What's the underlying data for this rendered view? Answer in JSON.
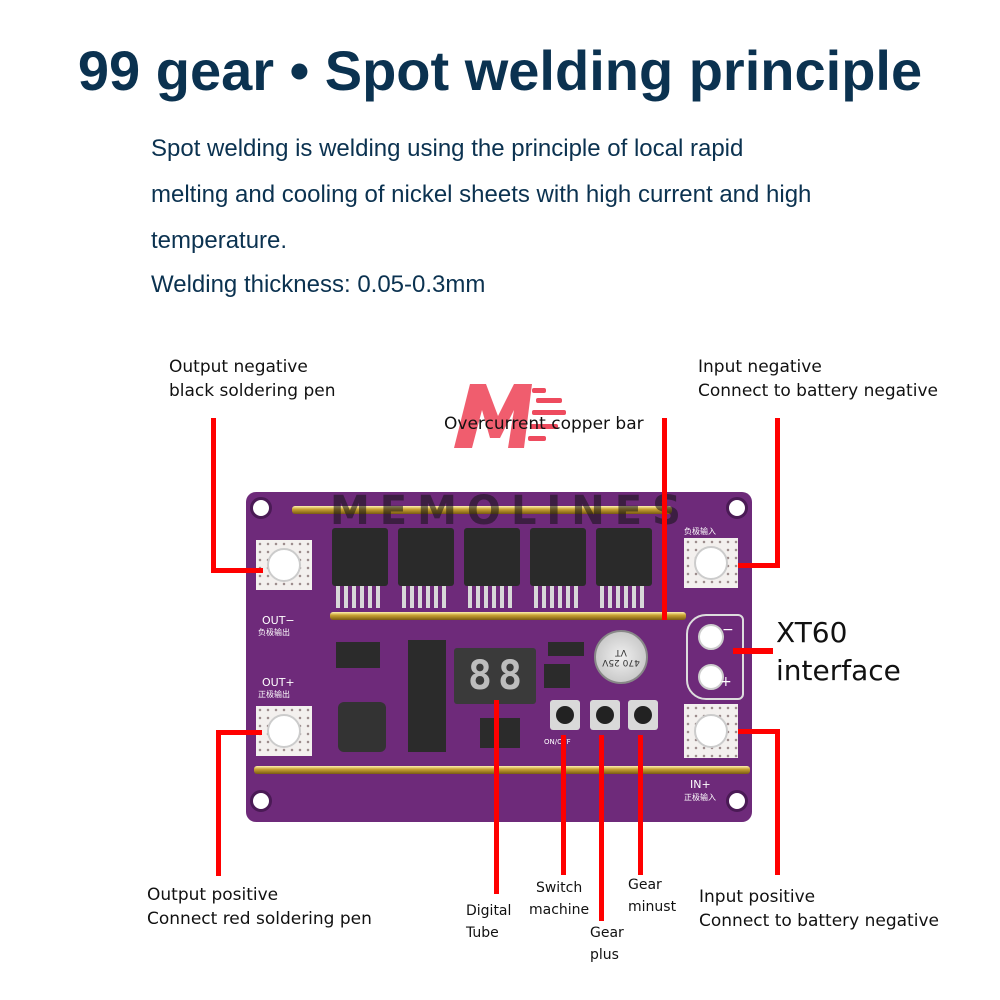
{
  "title": "99 gear • Spot welding principle",
  "description": {
    "lines": [
      "Spot welding is welding using the principle of local rapid",
      "melting and cooling of nickel sheets with high current and high",
      "temperature.",
      "Welding thickness: 0.05-0.3mm"
    ]
  },
  "callouts": {
    "output_negative": {
      "line1": "Output negative",
      "line2": "black soldering pen"
    },
    "overcurrent_bar": {
      "label": "Overcurrent copper bar"
    },
    "input_negative": {
      "line1": "Input negative",
      "line2": "Connect to battery negative"
    },
    "xt60": {
      "line1": "XT60",
      "line2": "interface"
    },
    "output_positive": {
      "line1": "Output positive",
      "line2": "Connect red soldering pen"
    },
    "digital_tube": {
      "line1": "Digital",
      "line2": "Tube"
    },
    "switch_machine": {
      "line1": "Switch",
      "line2": "machine"
    },
    "gear_plus": {
      "line1": "Gear",
      "line2": "plus"
    },
    "gear_minus": {
      "line1": "Gear",
      "line2": "minust"
    },
    "input_positive": {
      "line1": "Input positive",
      "line2": "Connect to battery negative"
    }
  },
  "board": {
    "silkscreen": {
      "out_minus": "OUT−",
      "out_minus_cn": "负极输出",
      "out_plus": "OUT+",
      "out_plus_cn": "正极输出",
      "in_minus_cn": "负极输入",
      "in_plus": "IN+",
      "in_plus_cn": "正极输入",
      "on_off": "ON/OFF",
      "xt60_minus": "−",
      "xt60_plus": "+"
    },
    "capacitor_label": "470 25V VT",
    "display_digits": [
      "8",
      "8"
    ],
    "watermark": "MEMOLINES"
  },
  "colors": {
    "title": "#0b3250",
    "callout_line": "#ff0000",
    "pcb": "#6e2a7a",
    "logo": "#ee4b5e"
  }
}
